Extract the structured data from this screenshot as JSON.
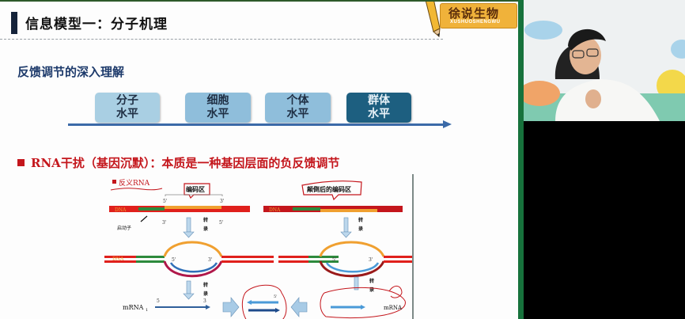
{
  "slide": {
    "title": "信息模型一：分子机理",
    "logo": {
      "title": "徐说生物",
      "subtitle": "XUSHUOSHENGWU"
    },
    "subtitle": "反馈调节的深入理解",
    "levels": [
      {
        "line1": "分子",
        "line2": "水平",
        "color": "#a9cfe3"
      },
      {
        "line1": "细胞",
        "line2": "水平",
        "color": "#8fbedb"
      },
      {
        "line1": "个体",
        "line2": "水平",
        "color": "#8fbedb"
      },
      {
        "line1": "群体",
        "line2": "水平",
        "color": "#1d5f80"
      }
    ],
    "rnai_heading": "RNA干扰（基因沉默）：本质是一种基因层面的负反馈调节",
    "diagram": {
      "antisense_label": "反义RNA",
      "coding_region_label": "编码区",
      "inverted_coding_region_label": "颠倒后的编码区",
      "dna_label": "DNA",
      "promoter_label": "启动子",
      "transcription_label_1": "转",
      "transcription_label_2": "录",
      "prime5": "5'",
      "prime3": "3'",
      "mrna1_label": "mRNA",
      "mrna1_sub": "1",
      "mrna2_label": "mRNA",
      "mrna_end5": "5",
      "mrna_end3": "3"
    }
  },
  "webcam": {
    "description": "presenter-video"
  }
}
